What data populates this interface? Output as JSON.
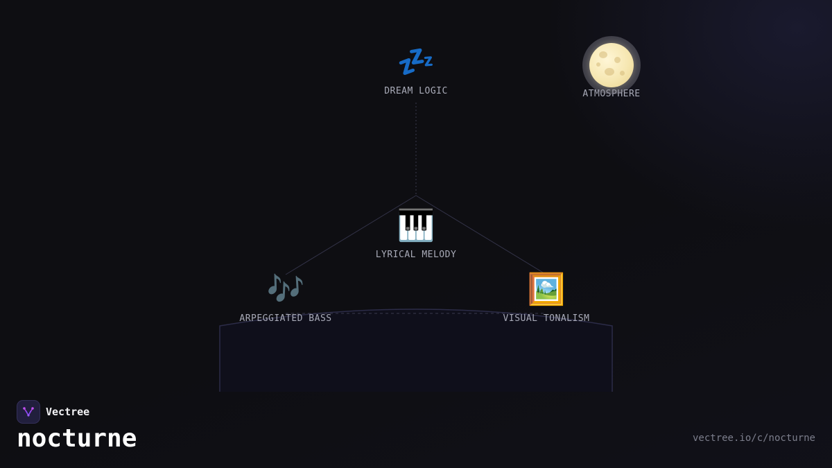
{
  "diagram": {
    "nodes": [
      {
        "id": "dream-logic",
        "label": "DREAM LOGIC",
        "icon": "zzz-icon",
        "glyph": "💤"
      },
      {
        "id": "atmosphere",
        "label": "ATMOSPHERE",
        "icon": "moon-icon",
        "glyph": ""
      },
      {
        "id": "lyrical-melody",
        "label": "LYRICAL MELODY",
        "icon": "piano-icon",
        "glyph": "🎹"
      },
      {
        "id": "arpeggiated-bass",
        "label": "ARPEGGIATED BASS",
        "icon": "music-notes-icon",
        "glyph": "🎶"
      },
      {
        "id": "visual-tonalism",
        "label": "VISUAL TONALISM",
        "icon": "framed-picture-icon",
        "glyph": "🖼️"
      }
    ],
    "edges": [
      {
        "from": "dream-logic",
        "to": "lyrical-melody",
        "style": "dotted"
      },
      {
        "from": "lyrical-melody",
        "to": "arpeggiated-bass",
        "style": "solid"
      },
      {
        "from": "lyrical-melody",
        "to": "visual-tonalism",
        "style": "solid"
      },
      {
        "from": "arpeggiated-bass",
        "to": "visual-tonalism",
        "style": "dashed"
      }
    ]
  },
  "brand": {
    "name": "Vectree",
    "logo_icon": "vectree-logo-icon"
  },
  "page_title": "nocturne",
  "footer": {
    "url": "vectree.io/c/nocturne"
  },
  "colors": {
    "background": "#0e0e12",
    "edge": "#3a3a4e",
    "label": "#a9abb8",
    "logo_accent": "#b040e0"
  }
}
